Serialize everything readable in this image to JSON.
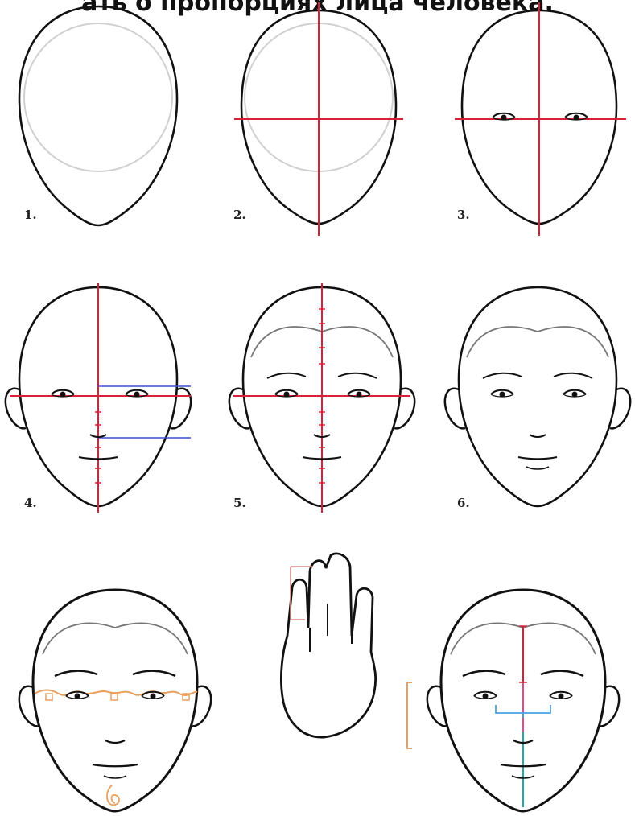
{
  "title": "ать о пропорциях лица человека.",
  "steps": [
    {
      "label": "1."
    },
    {
      "label": "2."
    },
    {
      "label": "3."
    },
    {
      "label": "4."
    },
    {
      "label": "5."
    },
    {
      "label": "6."
    }
  ],
  "colors": {
    "outline": "#111111",
    "guide_red": "#d9203a",
    "guide_blue": "#3b4fd0",
    "guide_light": "#d0d0d0",
    "hairline": "#777777",
    "proportion_orange": "#e8a060",
    "proportion_pink": "#e04a8a",
    "proportion_cyan": "#2aa8a8",
    "proportion_lightblue": "#4aa0e0"
  }
}
